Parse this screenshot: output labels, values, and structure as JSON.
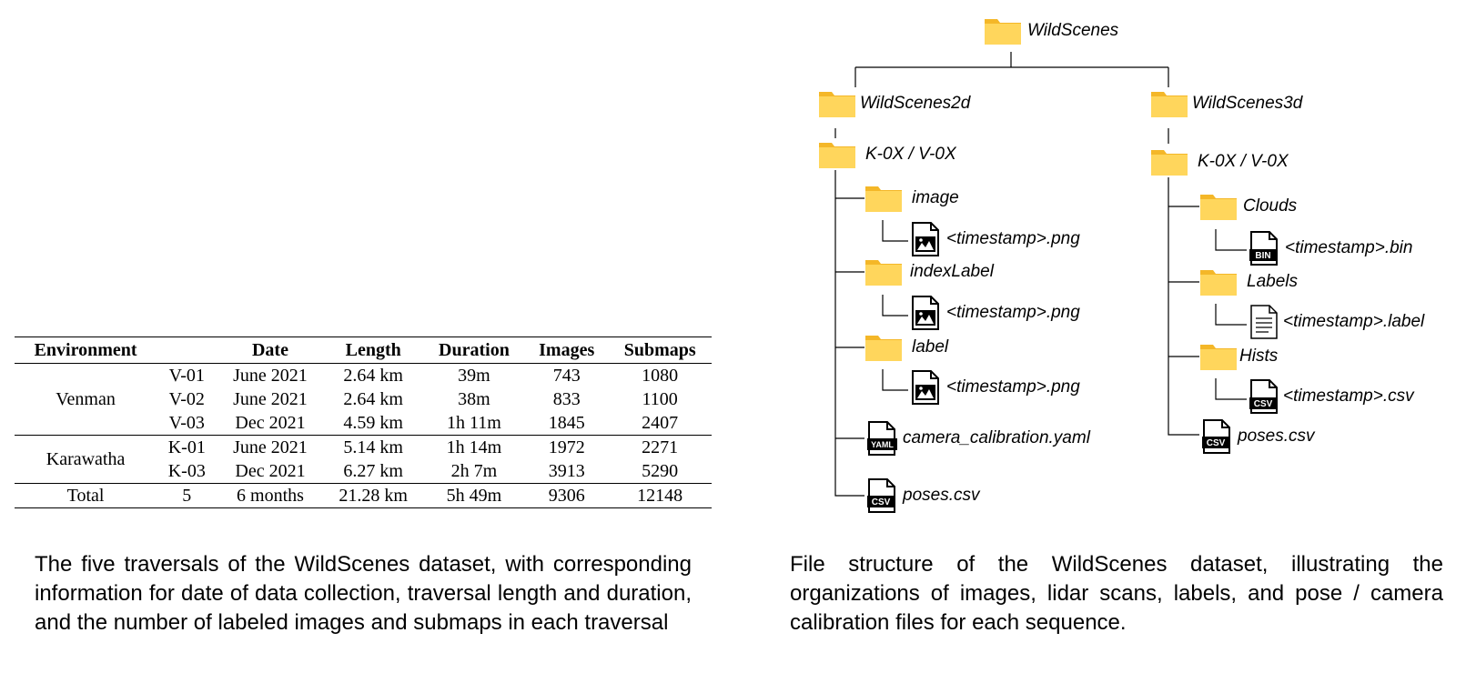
{
  "table": {
    "headers": [
      "Environment",
      "",
      "Date",
      "Length",
      "Duration",
      "Images",
      "Submaps"
    ],
    "groups": [
      {
        "environment": "Venman",
        "rows": [
          [
            "V-01",
            "June 2021",
            "2.64 km",
            "39m",
            "743",
            "1080"
          ],
          [
            "V-02",
            "June 2021",
            "2.64 km",
            "38m",
            "833",
            "1100"
          ],
          [
            "V-03",
            "Dec 2021",
            "4.59 km",
            "1h 11m",
            "1845",
            "2407"
          ]
        ]
      },
      {
        "environment": "Karawatha",
        "rows": [
          [
            "K-01",
            "June 2021",
            "5.14 km",
            "1h 14m",
            "1972",
            "2271"
          ],
          [
            "K-03",
            "Dec 2021",
            "6.27 km",
            "2h 7m",
            "3913",
            "5290"
          ]
        ]
      }
    ],
    "total": [
      "Total",
      "5",
      "6 months",
      "21.28 km",
      "5h 49m",
      "9306",
      "12148"
    ]
  },
  "table_caption": "The five traversals of the WildScenes dataset, with corresponding information for date of data collection, traversal length and duration, and the number of labeled images and submaps in each traversal",
  "tree_caption": "File structure of the WildScenes dataset, illustrating the organizations of images, lidar scans, labels, and pose / camera calibration files for each sequence.",
  "tree": {
    "root": "WildScenes",
    "left": {
      "folder": "WildScenes2d",
      "sequence": "K-0X / V-0X",
      "subfolders": [
        {
          "name": "image",
          "file": "<timestamp>.png",
          "file_icon": "image-file-icon"
        },
        {
          "name": "indexLabel",
          "file": "<timestamp>.png",
          "file_icon": "image-file-icon"
        },
        {
          "name": "label",
          "file": "<timestamp>.png",
          "file_icon": "image-file-icon"
        }
      ],
      "files": [
        {
          "name": "camera_calibration.yaml",
          "badge": "YAML"
        },
        {
          "name": "poses.csv",
          "badge": "CSV"
        }
      ]
    },
    "right": {
      "folder": "WildScenes3d",
      "sequence": "K-0X / V-0X",
      "subfolders": [
        {
          "name": "Clouds",
          "file": "<timestamp>.bin",
          "badge": "BIN"
        },
        {
          "name": "Labels",
          "file": "<timestamp>.label",
          "file_icon": "text-file-icon"
        },
        {
          "name": "Hists",
          "file": "<timestamp>.csv",
          "badge": "CSV"
        }
      ],
      "files": [
        {
          "name": "poses.csv",
          "badge": "CSV"
        }
      ]
    }
  },
  "colors": {
    "folder_body": "#FFD65C",
    "folder_tab": "#F4B728",
    "line": "#000000"
  }
}
